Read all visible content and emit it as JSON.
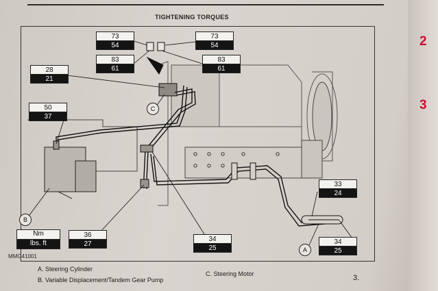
{
  "page": {
    "title": "TIGHTENING TORQUES",
    "figure_id": "MMG41001",
    "page_number": "3."
  },
  "tabs": [
    "2",
    "3"
  ],
  "legend": {
    "top": "Nm",
    "bottom": "lbs. ft"
  },
  "torques": [
    {
      "nm": "73",
      "lbs": "54"
    },
    {
      "nm": "73",
      "lbs": "54"
    },
    {
      "nm": "83",
      "lbs": "61"
    },
    {
      "nm": "83",
      "lbs": "61"
    },
    {
      "nm": "28",
      "lbs": "21"
    },
    {
      "nm": "50",
      "lbs": "37"
    },
    {
      "nm": "36",
      "lbs": "27"
    },
    {
      "nm": "34",
      "lbs": "25"
    },
    {
      "nm": "33",
      "lbs": "24"
    },
    {
      "nm": "34",
      "lbs": "25"
    }
  ],
  "callouts": {
    "a": "A",
    "b": "B",
    "c": "C"
  },
  "captions": {
    "a": "A.   Steering Cylinder",
    "b": "B.   Variable Displacement/Tandem Gear Pump",
    "c": "C.   Steering Motor"
  }
}
